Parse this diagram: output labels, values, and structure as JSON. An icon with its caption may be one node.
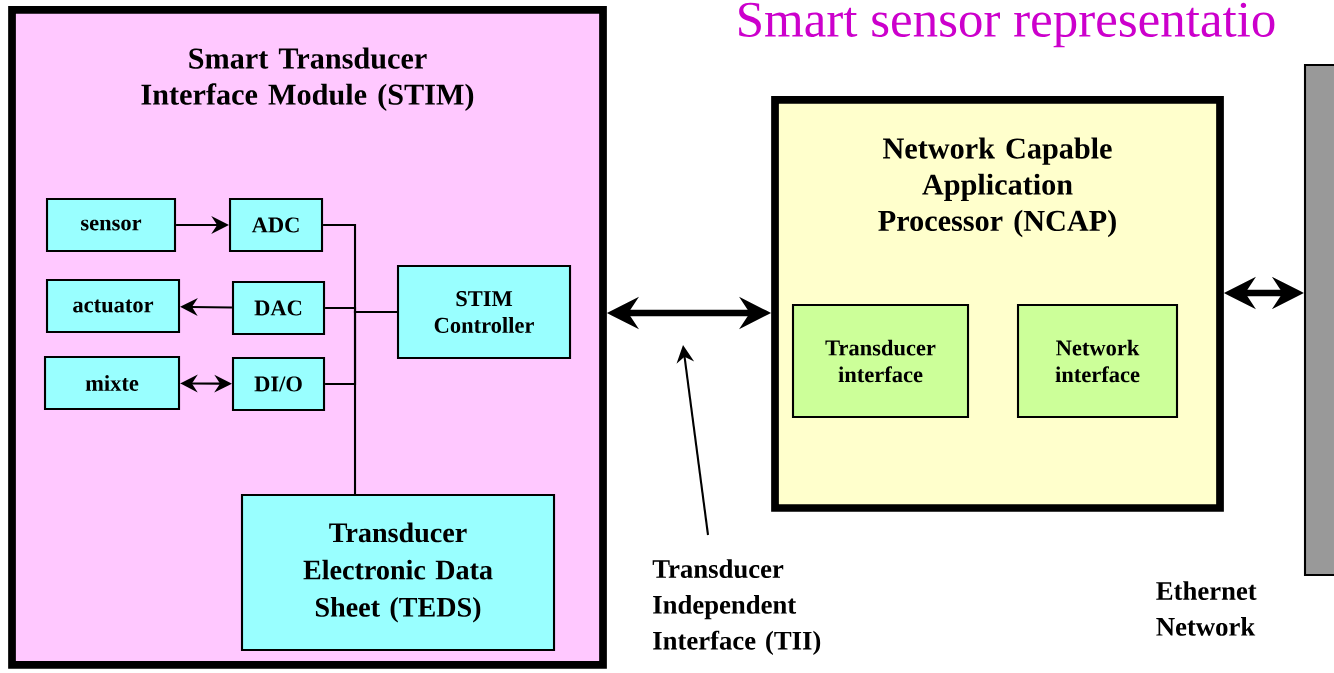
{
  "diagram": {
    "title": "Smart sensor representatio",
    "nodes": [
      {
        "text": [
          "Smart Transducer Interface Module (STIM)"
        ]
      },
      {
        "text": [
          "sensor"
        ],
        "in": 0
      },
      {
        "text": [
          "ADC"
        ],
        "in": 0
      },
      {
        "text": [
          "actuator"
        ],
        "in": 0
      },
      {
        "text": [
          "DAC"
        ],
        "in": 0
      },
      {
        "text": [
          "mixte"
        ],
        "in": 0
      },
      {
        "text": [
          "DI/O"
        ],
        "in": 0
      },
      {
        "text": [
          "STIM Controller"
        ],
        "in": 0
      },
      {
        "text": [
          "Transducer Electronic Data Sheet (TEDS)"
        ],
        "in": 0
      },
      {
        "text": [
          "Network Capable Application Processor (NCAP)"
        ]
      },
      {
        "text": [
          "Transducer interface"
        ],
        "in": 9
      },
      {
        "text": [
          "Network interface"
        ],
        "in": 9
      },
      {
        "text": [],
        "shape": "bar",
        "beside": [
          "Ethernet Network"
        ]
      },
      {
        "text": [
          "Transducer Independent Interface (TII)"
        ]
      }
    ],
    "edges": [
      {
        "from": 1,
        "to": 2,
        "arrow": "to"
      },
      {
        "from": 4,
        "to": 3,
        "arrow": "to"
      },
      {
        "from": 5,
        "to": 6,
        "arrow": "both"
      },
      {
        "from": 2,
        "to": 7,
        "arrow": "none"
      },
      {
        "from": 4,
        "to": 7,
        "arrow": "none"
      },
      {
        "from": 6,
        "to": 7,
        "arrow": "none"
      },
      {
        "from": 8,
        "to": 7,
        "arrow": "none"
      },
      {
        "from": 0,
        "to": 9,
        "arrow": "both",
        "style": "thick"
      },
      {
        "from": 9,
        "to": 12,
        "arrow": "both",
        "style": "thick"
      },
      {
        "from": 13,
        "to": null,
        "arrow": "to"
      }
    ]
  }
}
